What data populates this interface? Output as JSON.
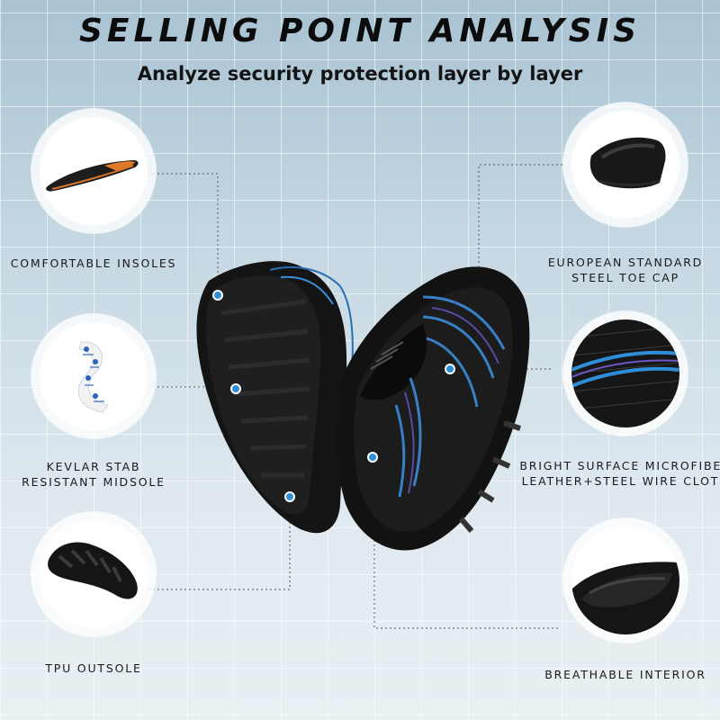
{
  "header": {
    "title": "SELLING POINT ANALYSIS",
    "subtitle": "Analyze security protection layer by layer"
  },
  "features": [
    {
      "id": "insoles",
      "icon": "insole-icon",
      "lines": [
        "COMFORTABLE INSOLES"
      ]
    },
    {
      "id": "midsole",
      "icon": "kevlar-midsole-icon",
      "lines": [
        "KEVLAR STAB",
        "RESISTANT MIDSOLE"
      ]
    },
    {
      "id": "outsole",
      "icon": "outsole-icon",
      "lines": [
        "TPU OUTSOLE"
      ]
    },
    {
      "id": "toe-cap",
      "icon": "steel-toe-cap-icon",
      "lines": [
        "EUROPEAN STANDARD",
        "STEEL TOE CAP"
      ]
    },
    {
      "id": "upper",
      "icon": "microfiber-upper-icon",
      "lines": [
        "BRIGHT SURFACE MICROFIBER",
        "LEATHER+STEEL WIRE CLOTH"
      ]
    },
    {
      "id": "interior",
      "icon": "breathable-interior-icon",
      "lines": [
        "BREATHABLE INTERIOR"
      ]
    }
  ],
  "colors": {
    "accent_blue": "#2e8fd8",
    "shoe_black": "#111111"
  }
}
